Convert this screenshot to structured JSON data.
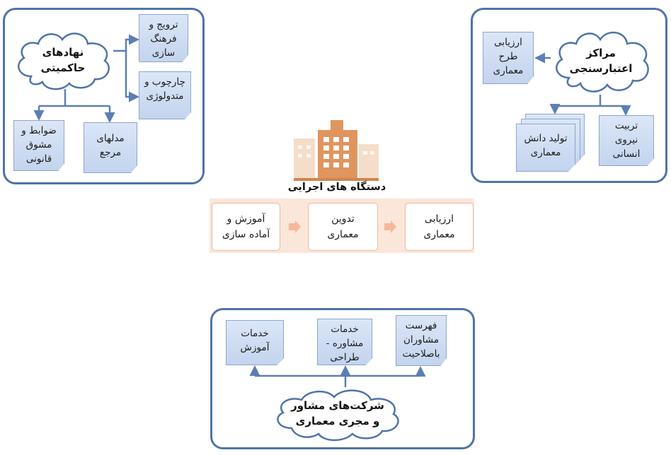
{
  "governance": {
    "cloud": "نهادهای\nحاکمیتی",
    "items": [
      "ترویج و\nفرهنگ\nسازی",
      "چارچوب و\nمتدولوژی",
      "مدلهای\nمرجع",
      "ضوابط و\nمشوق\nقانونی"
    ]
  },
  "evaluation": {
    "cloud": "مراکز\nاعتبارسنجی",
    "items": [
      "ارزیابی\nطرح\nمعماری",
      "تولید دانش\nمعماری",
      "تربیت\nنیروی\nانسانی"
    ]
  },
  "executive": {
    "title": "دستگاه های اجرایی",
    "steps": [
      "آموزش و\nآماده سازی",
      "تدوین\nمعماری",
      "ارزیابی\nمعماری"
    ]
  },
  "consultants": {
    "cloud": "شرکت‌های مشاور\nو مجری معماری",
    "items": [
      "خدمات\nآموزش",
      "خدمات\nمشاوره -\nطراحی",
      "فهرست\nمشاوران\nباصلاحیت"
    ]
  },
  "colors": {
    "panel_border": "#4f74a8",
    "doc_fill": "#c9d8f0",
    "connector": "#5b7fb5",
    "building": "#e0955e",
    "step_band": "#fbe6da",
    "step_arrow": "#f5b89a"
  },
  "icons": {
    "cloud": "cloud-shape",
    "document": "document-shape",
    "building": "building-icon",
    "arrow": "arrow-icon"
  }
}
